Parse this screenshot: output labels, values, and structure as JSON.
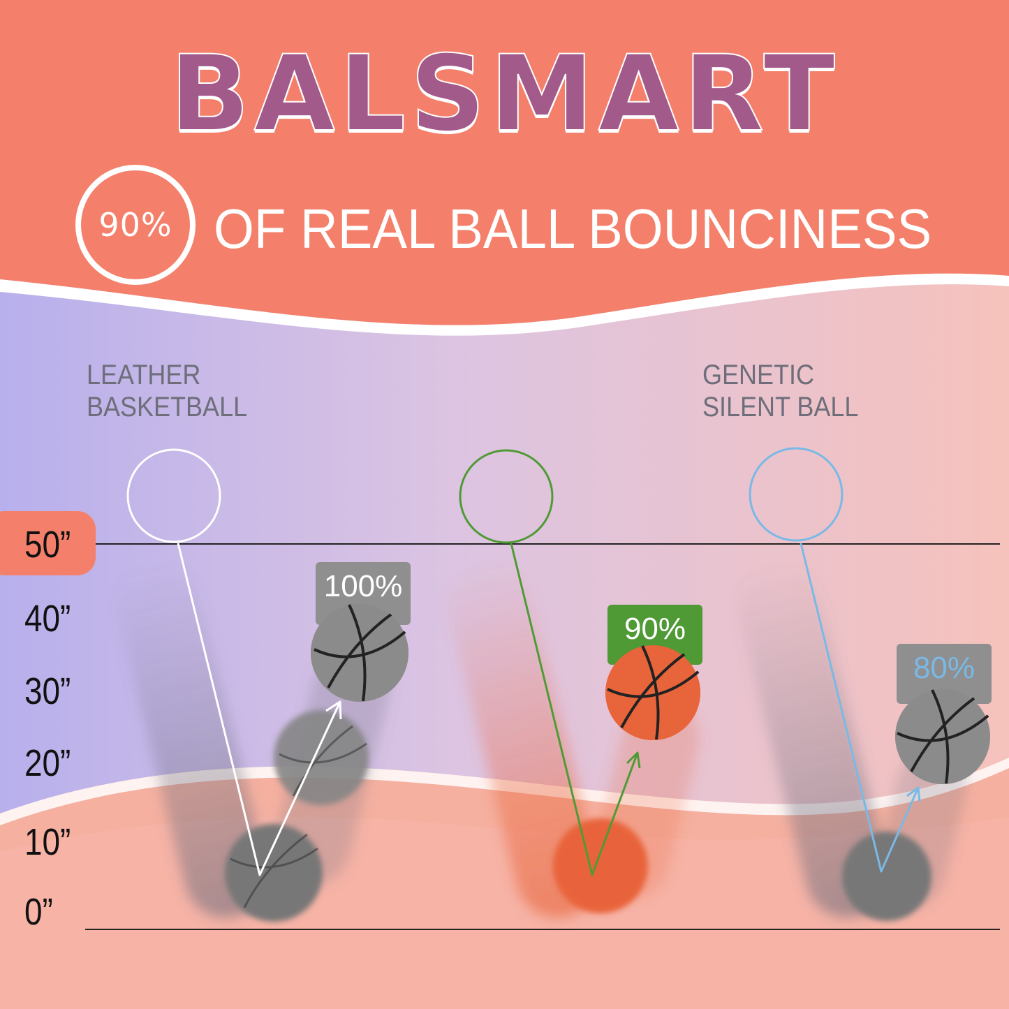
{
  "brand": "BALSMART",
  "percent_badge": "90%",
  "tagline": "OF REAL BALL BOUNCINESS",
  "left_label": [
    "LEATHER",
    "BASKETBALL"
  ],
  "right_label": [
    "GENETIC",
    "SILENT BALL"
  ],
  "height_ticks": [
    "50”",
    "40”",
    "30”",
    "20”",
    "10”",
    "0”"
  ],
  "balls": [
    {
      "name": "leather-basketball",
      "bounce_label": "100%",
      "bounce_percent": 100,
      "arrow_color": "#ffffff"
    },
    {
      "name": "balsmart-ball",
      "bounce_label": "90%",
      "bounce_percent": 90,
      "arrow_color": "#4f9a35"
    },
    {
      "name": "genetic-silent-ball",
      "bounce_label": "80%",
      "bounce_percent": 80,
      "arrow_color": "#7ab9e6"
    }
  ],
  "colors": {
    "header_coral": "#f4806b",
    "badge_gray": "#8f8f8f",
    "badge_green": "#4f9a35",
    "label_blue": "#7ab9e6",
    "ball_orange": "#e8643a",
    "ball_gray": "#8b8b8b"
  }
}
